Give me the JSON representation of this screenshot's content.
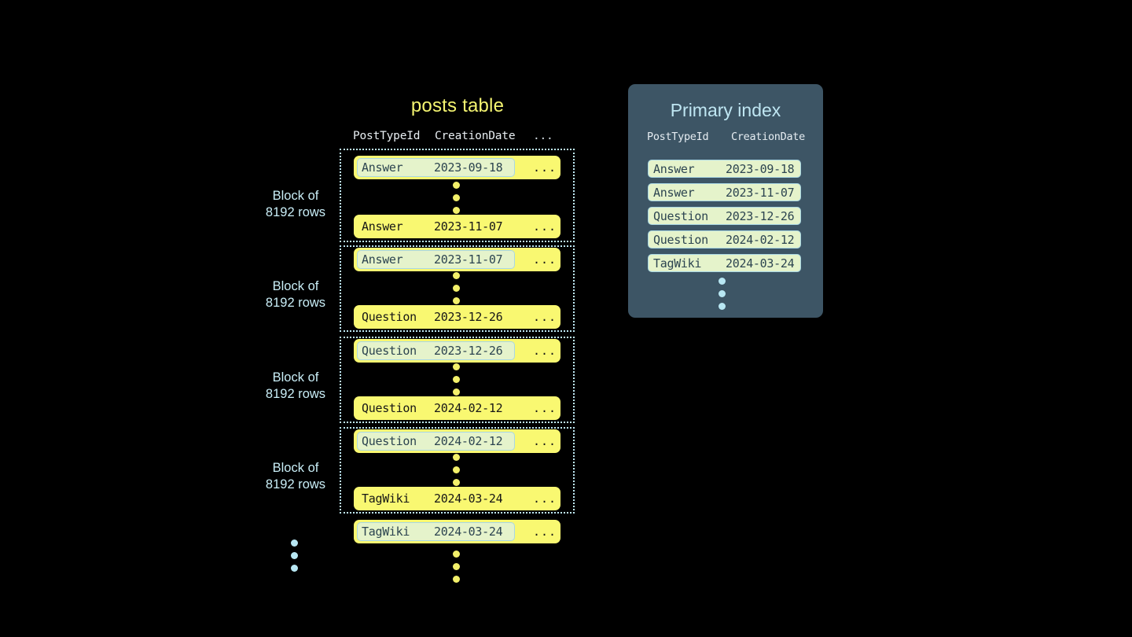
{
  "colors": {
    "background": "#000000",
    "row_yellow": "#f9f871",
    "highlight_green": "#e5f3cb",
    "accent_blue": "#bfe9f5",
    "panel_slate": "#3d5565",
    "title_yellow": "#f5f571"
  },
  "posts_table": {
    "title": "posts table",
    "columns": {
      "type": "PostTypeId",
      "date": "CreationDate",
      "more": "..."
    },
    "block_label": "Block of\n8192 rows",
    "block_label_line1": "Block of",
    "block_label_line2": "8192 rows",
    "blocks": [
      {
        "label_line1": "Block of",
        "label_line2": "8192 rows",
        "first_row": {
          "type": "Answer",
          "date": "2023-09-18",
          "more": "...",
          "indexed": true
        },
        "last_row": {
          "type": "Answer",
          "date": "2023-11-07",
          "more": "...",
          "indexed": false
        }
      },
      {
        "label_line1": "Block of",
        "label_line2": "8192 rows",
        "first_row": {
          "type": "Answer",
          "date": "2023-11-07",
          "more": "...",
          "indexed": true
        },
        "last_row": {
          "type": "Question",
          "date": "2023-12-26",
          "more": "...",
          "indexed": false
        }
      },
      {
        "label_line1": "Block of",
        "label_line2": "8192 rows",
        "first_row": {
          "type": "Question",
          "date": "2023-12-26",
          "more": "...",
          "indexed": true
        },
        "last_row": {
          "type": "Question",
          "date": "2024-02-12",
          "more": "...",
          "indexed": false
        }
      },
      {
        "label_line1": "Block of",
        "label_line2": "8192 rows",
        "first_row": {
          "type": "Question",
          "date": "2024-02-12",
          "more": "...",
          "indexed": true
        },
        "last_row": {
          "type": "TagWiki",
          "date": "2024-03-24",
          "more": "...",
          "indexed": false
        }
      }
    ],
    "trailing_row": {
      "type": "TagWiki",
      "date": "2024-03-24",
      "more": "...",
      "indexed": true
    }
  },
  "primary_index": {
    "title": "Primary index",
    "columns": {
      "type": "PostTypeId",
      "date": "CreationDate"
    },
    "rows": [
      {
        "type": "Answer",
        "date": "2023-09-18"
      },
      {
        "type": "Answer",
        "date": "2023-11-07"
      },
      {
        "type": "Question",
        "date": "2023-12-26"
      },
      {
        "type": "Question",
        "date": "2024-02-12"
      },
      {
        "type": "TagWiki",
        "date": "2024-03-24"
      }
    ]
  }
}
